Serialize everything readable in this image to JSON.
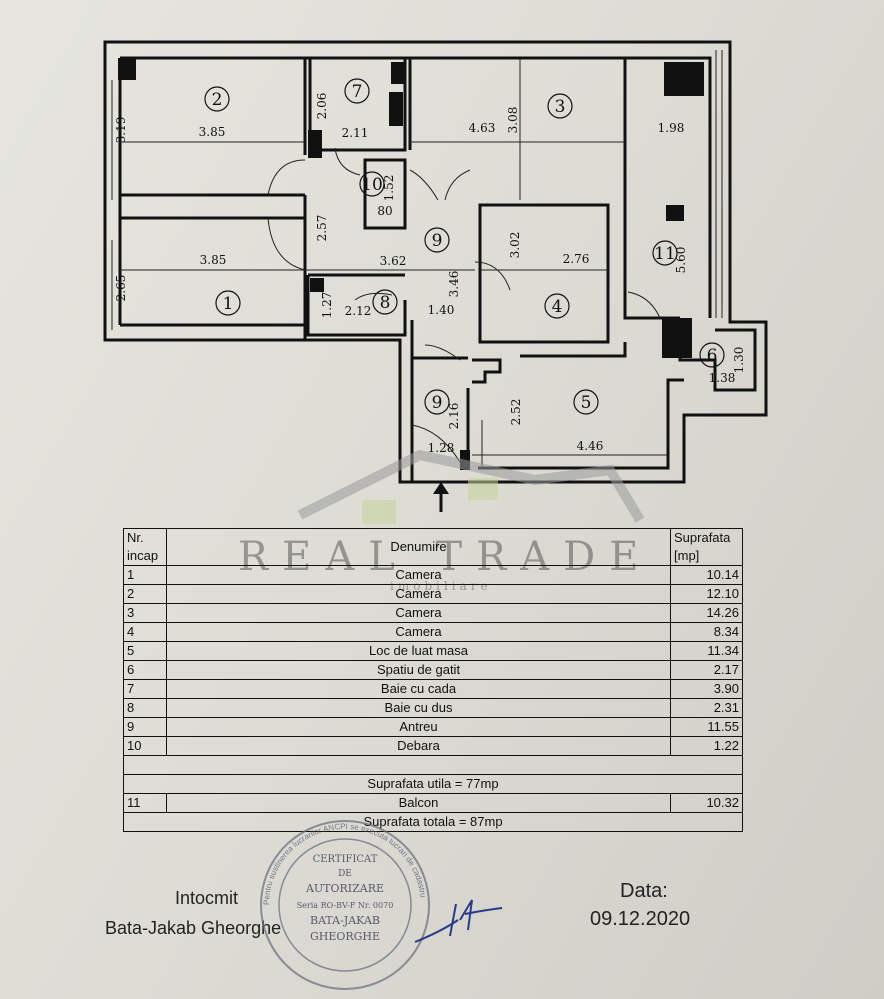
{
  "rooms": [
    {
      "id": "1",
      "w": "3.85",
      "h": "2.65"
    },
    {
      "id": "2",
      "w": "3.85",
      "h": "3.19"
    },
    {
      "id": "3",
      "w": "4.63",
      "h": "3.08"
    },
    {
      "id": "4",
      "w": "2.76",
      "h": "3.02"
    },
    {
      "id": "5",
      "w": "4.46",
      "h": "2.52"
    },
    {
      "id": "6",
      "w": "1.38",
      "h": "1.30"
    },
    {
      "id": "7",
      "w": "2.11",
      "h": "2.06"
    },
    {
      "id": "8",
      "w": "2.12",
      "h": "1.27"
    },
    {
      "id": "9",
      "w": "3.62",
      "h": "2.57"
    },
    {
      "id": "10",
      "w": "80",
      "h": "1.52"
    },
    {
      "id": "11",
      "w": "1.98",
      "h": "5.60"
    }
  ],
  "extra_dims": [
    "3.46",
    "1.40",
    "1.28",
    "2.16"
  ],
  "second_9": "9",
  "watermark": {
    "brand": "REAL TRADE",
    "sub": "imobiliare"
  },
  "table": {
    "col_nr": "Nr.\nincap",
    "col_name": "Denumire",
    "col_area": "Suprafata\n[mp]",
    "rows": [
      {
        "nr": "1",
        "name": "Camera",
        "area": "10.14"
      },
      {
        "nr": "2",
        "name": "Camera",
        "area": "12.10"
      },
      {
        "nr": "3",
        "name": "Camera",
        "area": "14.26"
      },
      {
        "nr": "4",
        "name": "Camera",
        "area": "8.34"
      },
      {
        "nr": "5",
        "name": "Loc de luat masa",
        "area": "11.34"
      },
      {
        "nr": "6",
        "name": "Spatiu de gatit",
        "area": "2.17"
      },
      {
        "nr": "7",
        "name": "Baie cu cada",
        "area": "3.90"
      },
      {
        "nr": "8",
        "name": "Baie cu dus",
        "area": "2.31"
      },
      {
        "nr": "9",
        "name": "Antreu",
        "area": "11.55"
      },
      {
        "nr": "10",
        "name": "Debara",
        "area": "1.22"
      }
    ],
    "useful_area": "Suprafata utila = 77mp",
    "balcony": {
      "nr": "11",
      "name": "Balcon",
      "area": "10.32"
    },
    "total_area": "Suprafata totala = 87mp"
  },
  "footer": {
    "made_by_label": "Intocmit",
    "author": "Bata-Jakab Gheorghe",
    "date_label": "Data:",
    "date": "09.12.2020"
  },
  "stamp": {
    "line1": "CERTIFICAT",
    "line2": "DE",
    "line3": "AUTORIZARE",
    "line4": "Seria RO-BV-F  Nr. 0070",
    "line5": "BATA-JAKAB",
    "line6": "GHEORGHE",
    "ring": "Pentru sustinerea lucrarilor ANCPI se executa lucrari de cadastru"
  }
}
